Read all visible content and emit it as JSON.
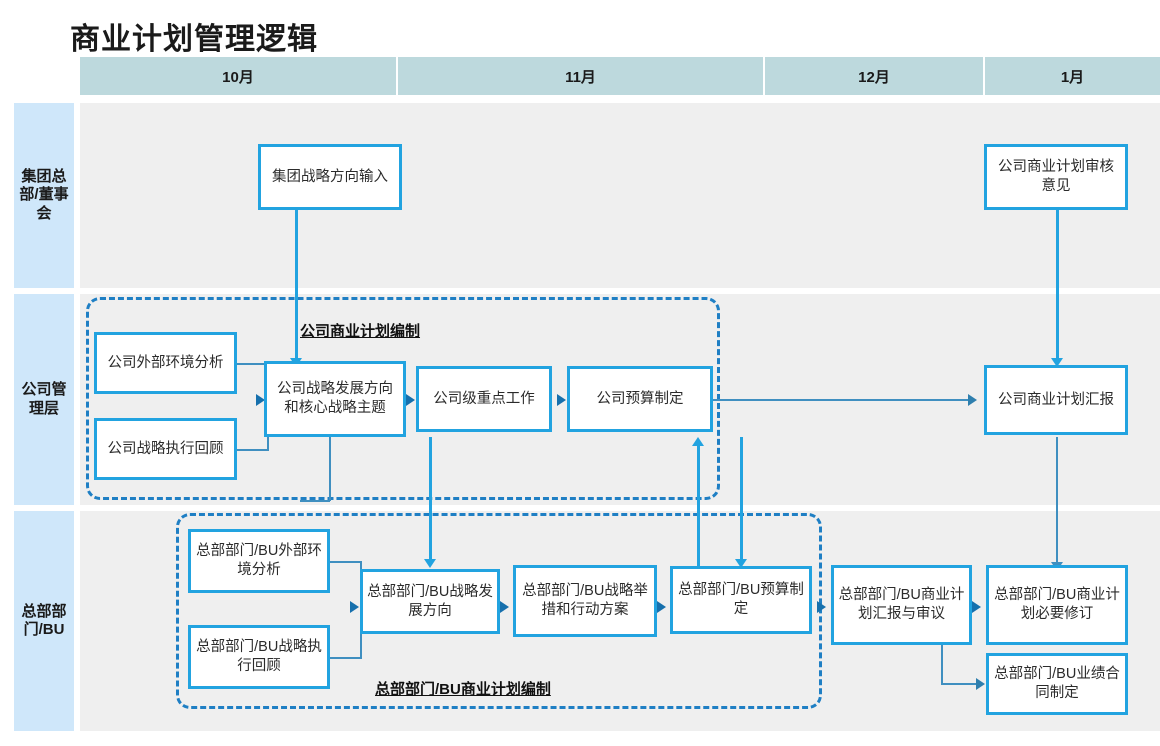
{
  "title": "商业计划管理逻辑",
  "colors": {
    "node_border": "#22a3e0",
    "lane_label_bg": "#cfe7fa",
    "lane_band_bg": "#efefef",
    "month_header_bg": "#bdd9dd",
    "group_dash": "#1f7fc4",
    "connector": "#3f8fc0"
  },
  "months": [
    {
      "label": "10月"
    },
    {
      "label": "11月"
    },
    {
      "label": "12月"
    },
    {
      "label": "1月"
    }
  ],
  "lanes": [
    {
      "id": "group-hq",
      "label": "集团总部/董事会"
    },
    {
      "id": "company-mgmt",
      "label": "公司管理层"
    },
    {
      "id": "hq-dept-bu",
      "label": "总部部门/BU"
    }
  ],
  "groups": [
    {
      "id": "company-plan-group",
      "caption": "公司商业计划编制"
    },
    {
      "id": "bu-plan-group",
      "caption": "总部部门/BU商业计划编制"
    }
  ],
  "nodes": {
    "group_strategy_input": "集团战略方向输入",
    "company_plan_review_opinion": "公司商业计划审核意见",
    "company_external_env": "公司外部环境分析",
    "company_strategy_review": "公司战略执行回顾",
    "company_strategy_direction": "公司战略发展方向和核心战略主题",
    "company_key_work": "公司级重点工作",
    "company_budget": "公司预算制定",
    "company_plan_report": "公司商业计划汇报",
    "bu_external_env": "总部部门/BU外部环境分析",
    "bu_strategy_review": "总部部门/BU战略执行回顾",
    "bu_strategy_direction": "总部部门/BU战略发展方向",
    "bu_strategy_actions": "总部部门/BU战略举措和行动方案",
    "bu_budget": "总部部门/BU预算制定",
    "bu_plan_report": "总部部门/BU商业计划汇报与审议",
    "bu_plan_revision": "总部部门/BU商业计划必要修订",
    "bu_performance_contract": "总部部门/BU业绩合同制定"
  }
}
